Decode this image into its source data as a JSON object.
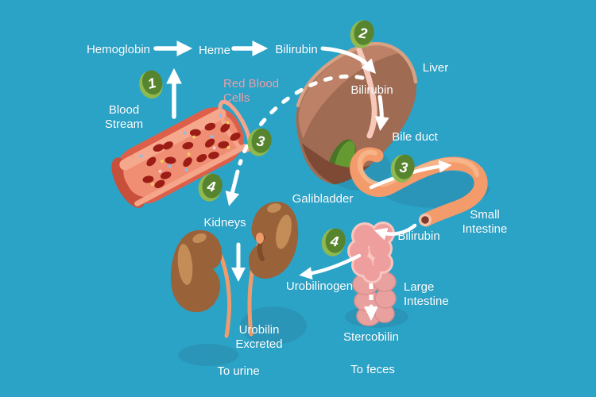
{
  "diagram": {
    "labels": {
      "hemoglobin": "Hemoglobin",
      "heme": "Heme",
      "bilirubin_top": "Bilirubin",
      "liver": "Liver",
      "red_blood_cells": "Red Blood Cells",
      "blood_stream": "Blood Stream",
      "bilirubin_liver": "Bilirubin",
      "bile_duct": "Bile duct",
      "gallbladder": "Galibladder",
      "kidneys": "Kidneys",
      "small_intestine": "Small Intestine",
      "bilirubin_intestine": "Bilirubin",
      "urobilinogen": "Urobilinogen",
      "large_intestine": "Large Intestine",
      "urobilin_excreted": "Urobilin Excreted",
      "stercobilin": "Stercobilin",
      "to_urine": "To urine",
      "to_feces": "To feces"
    },
    "steps": [
      "1",
      "2",
      "3",
      "3",
      "4",
      "4"
    ],
    "colors": {
      "background": "#2BA3C7",
      "shadow": "#2A93B5",
      "text": "#FFFFFF",
      "rbc_label_pink": "#ECA4AC",
      "arrow": "#FFFFFF",
      "badge_light": "#8FB94F",
      "badge_dark": "#57842F",
      "liver_main": "#A06B53",
      "liver_light": "#BC8166",
      "liver_top_rim": "#D7A183",
      "liver_dark": "#7E4A36",
      "liver_duct_band": "#F6C9BA",
      "gallbladder_dark": "#4A7426",
      "gallbladder_light": "#659A33",
      "vessel_outer": "#DE5F49",
      "vessel_inner": "#F08E74",
      "vessel_far_wall": "#F6A88D",
      "vessel_cap": "#C8503B",
      "red_blood_cell": "#9C1D15",
      "dot_blue": "#8CBCEC",
      "dot_yellow": "#F2CC5C",
      "kidney_main": "#9A6239",
      "kidney_light": "#C48D58",
      "kidney_dark": "#7C4C2B",
      "ureter": "#F09B6C",
      "small_intestine_tube": "#F49B6B",
      "small_intestine_highlight": "#F8B88E",
      "intestine_cut_dark": "#7E3A2A",
      "intestine_cut_rim": "#F8C3AB",
      "large_intestine_top": "#EF9E9E",
      "large_intestine_rim": "#F9C6C0",
      "large_intestine_bottom": "#E8A19E"
    }
  }
}
